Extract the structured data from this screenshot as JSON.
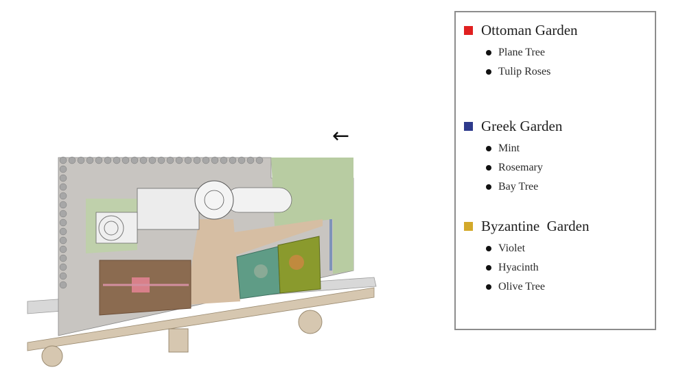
{
  "legend": {
    "groups": [
      {
        "title": "Ottoman Garden",
        "color": "#e02020",
        "items": [
          "Plane Tree",
          "Tulip Roses"
        ]
      },
      {
        "title": "Greek Garden",
        "color": "#2e3a8c",
        "items": [
          "Mint",
          "Rosemary",
          "Bay Tree"
        ]
      },
      {
        "title": "Byzantine  Garden",
        "color": "#d3a92a",
        "items": [
          "Violet",
          "Hyacinth",
          "Olive Tree"
        ]
      }
    ]
  },
  "north_arrow": {
    "symbol": "←"
  },
  "plan_colors": {
    "paving": "#c9c6c2",
    "path": "#d6c1a8",
    "green": "#b9cda3",
    "ottoman_bed": "#8b6a4f",
    "greek_bed": "#5f9a86",
    "byzantine_bed": "#8a9a2c",
    "water": "#7f93b8"
  }
}
